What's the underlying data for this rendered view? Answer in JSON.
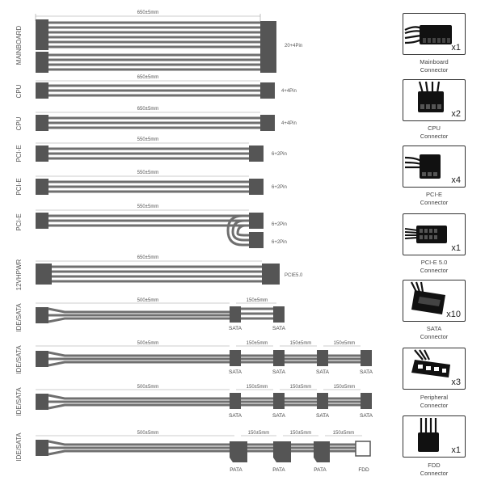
{
  "rows": [
    {
      "label": "MAINBOARD",
      "length": "650±5mm",
      "pin": "20+4Pin"
    },
    {
      "label": "CPU",
      "length": "650±5mm",
      "pin": "4+4Pin"
    },
    {
      "label": "CPU",
      "length": "650±5mm",
      "pin": "4+4Pin"
    },
    {
      "label": "PCI-E",
      "length": "550±5mm",
      "pin": "6+2Pin"
    },
    {
      "label": "PCI-E",
      "length": "550±5mm",
      "pin": "6+2Pin"
    },
    {
      "label": "PCI-E",
      "length": "550±5mm",
      "pin": "6+2Pin",
      "pin2": "6+2Pin"
    },
    {
      "label": "12VHPWR",
      "length": "650±5mm",
      "pin": "PCIE5.0"
    },
    {
      "label": "IDE/SATA",
      "length": "500±5mm",
      "seg": "150±5mm",
      "tags": [
        "SATA",
        "SATA"
      ]
    },
    {
      "label": "IDE/SATA",
      "length": "500±5mm",
      "seg": "150±5mm",
      "tags": [
        "SATA",
        "SATA",
        "SATA",
        "SATA"
      ]
    },
    {
      "label": "IDE/SATA",
      "length": "500±5mm",
      "seg": "150±5mm",
      "tags": [
        "SATA",
        "SATA",
        "SATA",
        "SATA"
      ]
    },
    {
      "label": "IDE/SATA",
      "length": "500±5mm",
      "seg": "150±5mm",
      "tags": [
        "PATA",
        "PATA",
        "PATA",
        "FDD"
      ]
    }
  ],
  "connectors": [
    {
      "name": "Mainboard",
      "sub": "Connector",
      "qty": "x1",
      "icon": "atx-24pin-connector-icon"
    },
    {
      "name": "CPU",
      "sub": "Connector",
      "qty": "x2",
      "icon": "eps-8pin-connector-icon"
    },
    {
      "name": "PCI-E",
      "sub": "Connector",
      "qty": "x4",
      "icon": "pcie-8pin-connector-icon"
    },
    {
      "name": "PCI-E 5.0",
      "sub": "Connector",
      "qty": "x1",
      "icon": "12vhpwr-connector-icon"
    },
    {
      "name": "SATA",
      "sub": "Connector",
      "qty": "x10",
      "icon": "sata-connector-icon"
    },
    {
      "name": "Peripheral",
      "sub": "Connector",
      "qty": "x3",
      "icon": "molex-connector-icon"
    },
    {
      "name": "FDD",
      "sub": "Connector",
      "qty": "x1",
      "icon": "fdd-connector-icon"
    }
  ],
  "colors": {
    "cable": "#6f6f6f",
    "connector": "#555555",
    "line": "#999999"
  }
}
